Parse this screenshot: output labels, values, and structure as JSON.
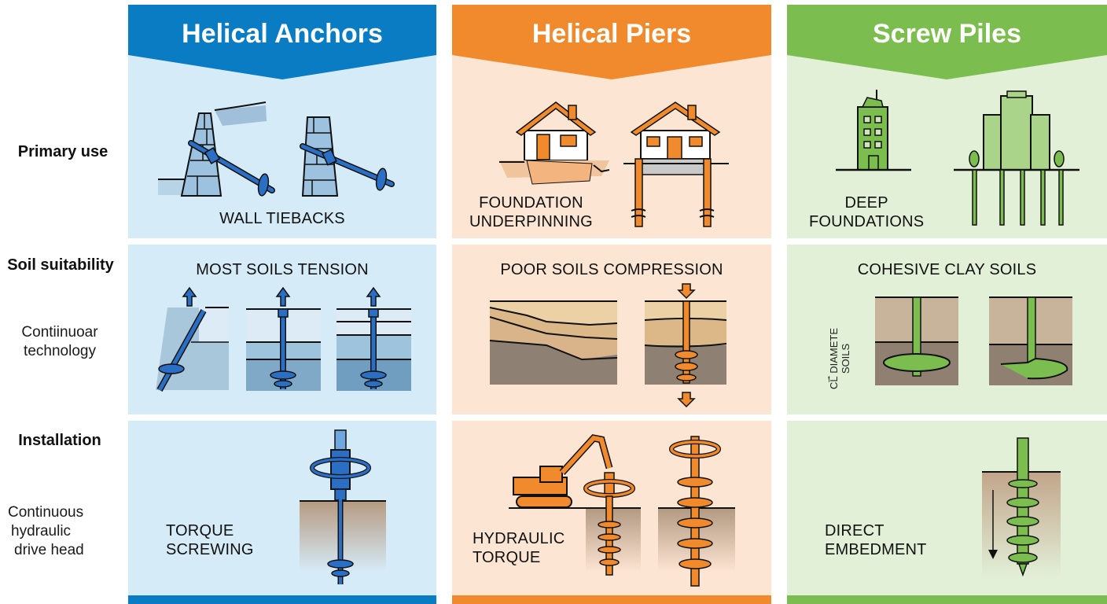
{
  "row_labels": {
    "primary_use": "Primary use",
    "soil_suitability": "Soil suitability",
    "soil_sub": [
      "Contiinuoar",
      "technology"
    ],
    "installation": "Installation",
    "install_sub": [
      "Continuous",
      "hydraulic",
      "drive head"
    ]
  },
  "colors": {
    "anchors_accent": "#0a7cc4",
    "anchors_bg": "#d6ebf8",
    "piers_accent": "#f08a2c",
    "piers_bg": "#fde5d3",
    "piles_accent": "#7cbd4f",
    "piles_bg": "#e2f0d8"
  },
  "columns": [
    {
      "title": "Helical Anchors",
      "primary_use": "WALL TIEBACKS",
      "soil": "MOST SOILS TENSION",
      "installation": [
        "TORQUE",
        "SCREWING"
      ]
    },
    {
      "title": "Helical Piers",
      "primary_use": [
        "FOUNDATION",
        "UNDERPINNING"
      ],
      "soil": "POOR SOILS COMPRESSION",
      "installation": [
        "HYDRAULIC",
        "TORQUE"
      ]
    },
    {
      "title": "Screw Piles",
      "primary_use": [
        "DEEP",
        "FOUNDATIONS"
      ],
      "soil": "COHESIVE CLAY SOILS",
      "soil_side_label": [
        "CL̅̉ DIAMETE",
        "SOILS"
      ],
      "installation": [
        "DIRECT",
        "EMBEDMENT"
      ]
    }
  ]
}
